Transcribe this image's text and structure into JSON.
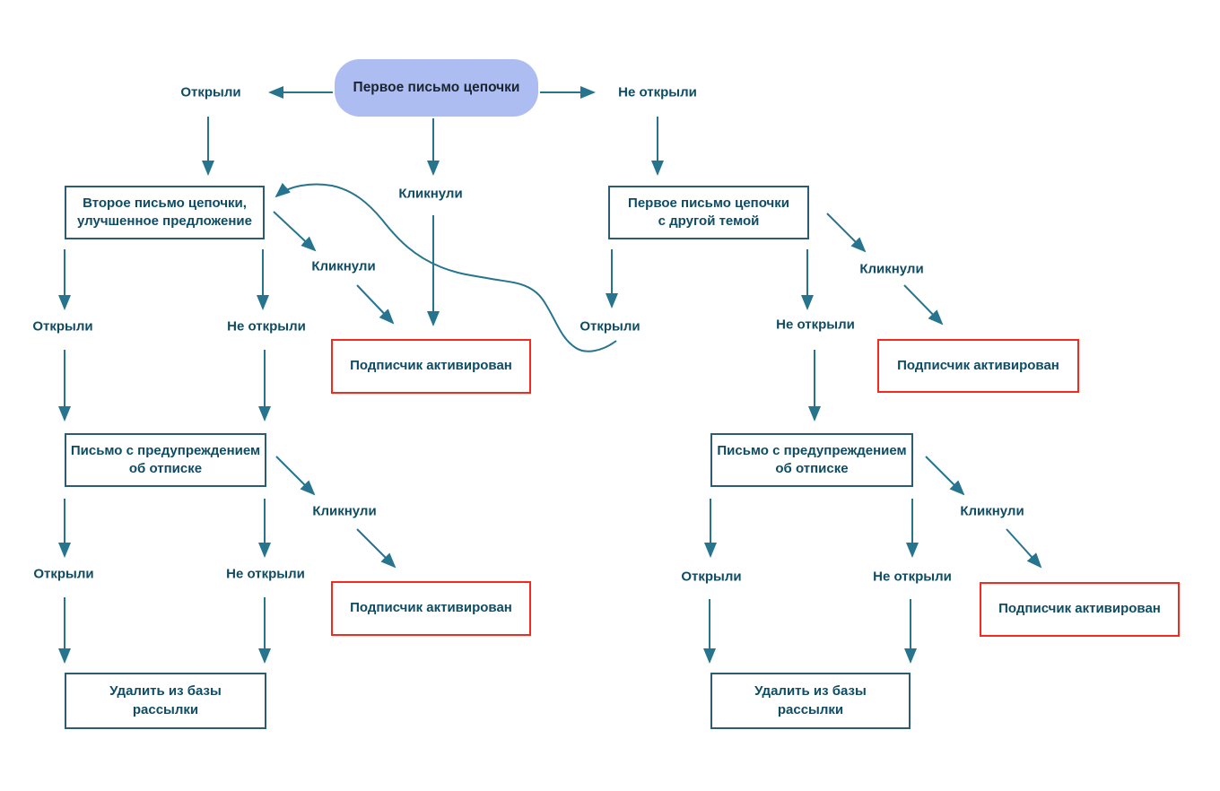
{
  "diagram": {
    "start": {
      "label": "Первое письмо цепочки"
    },
    "labels": {
      "opened": "Открыли",
      "not_opened": "Не открыли",
      "clicked": "Кликнули"
    },
    "boxes": {
      "second_email": {
        "line1": "Второе письмо цепочки,",
        "line2": "улучшенное предложение"
      },
      "resend_other_subject": {
        "line1": "Первое письмо цепочки",
        "line2": "с другой темой"
      },
      "unsubscribe_warning": {
        "line1": "Письмо с предупреждением",
        "line2": "об отписке"
      },
      "remove_from_base": {
        "line1": "Удалить из базы",
        "line2": "рассылки"
      },
      "subscriber_activated": {
        "label": "Подписчик активирован"
      }
    },
    "colors": {
      "arrow": "#26748e",
      "label_text": "#0e4c63",
      "box_border": "#2b5c72",
      "alert_border": "#f5291d",
      "start_fill": "#aebdf1",
      "start_text": "#1b2532"
    }
  }
}
